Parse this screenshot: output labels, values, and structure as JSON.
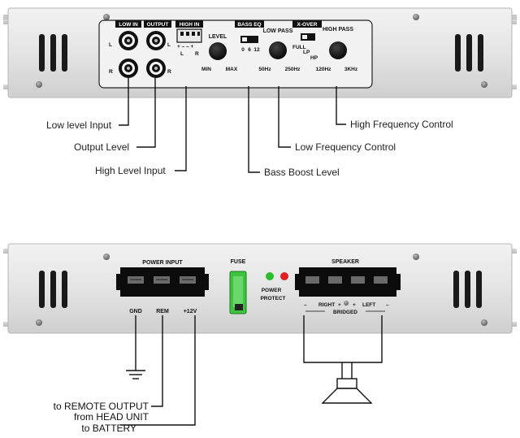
{
  "top_panel": {
    "low_in": "LOW IN",
    "output": "OUTPUT",
    "high_in": "HIGH IN",
    "high_in_l": "L",
    "high_in_r": "R",
    "ch_l": "L",
    "ch_r": "R",
    "bass_eq": "BASS EQ",
    "bass_eq_ticks": [
      "0",
      "6",
      "12"
    ],
    "level": "LEVEL",
    "level_min": "MIN",
    "level_max": "MAX",
    "x_over": "X-OVER",
    "full": "FULL",
    "lp": "LP",
    "hp": "HP",
    "low_pass": "LOW PASS",
    "low_pass_min": "50Hz",
    "low_pass_max": "250Hz",
    "high_pass": "HIGH PASS",
    "high_pass_min": "120Hz",
    "high_pass_max": "3KHz"
  },
  "top_callouts": {
    "low_level_input": "Low level Input",
    "output_level": "Output Level",
    "high_level_input": "High Level Input",
    "bass_boost_level": "Bass Boost Level",
    "low_frequency_control": "Low Frequency Control",
    "high_frequency_control": "High Frequency Control"
  },
  "bottom_panel": {
    "power_input": "POWER INPUT",
    "gnd": "GND",
    "rem": "REM",
    "v12": "+12V",
    "fuse": "FUSE",
    "power": "POWER",
    "protect": "PROTECT",
    "speaker": "SPEAKER",
    "right": "RIGHT",
    "left": "LEFT",
    "bridged": "BRIDGED"
  },
  "bottom_callouts": {
    "to_remote_1": "to REMOTE OUTPUT",
    "to_remote_2": "from HEAD UNIT",
    "to_battery": "to BATTERY"
  },
  "colors": {
    "chassis": "#e6e6e6",
    "panel_dark": "#111111",
    "power_led": "#2bbf2b",
    "protect_led": "#e02020",
    "fuse": "#3fc23f"
  }
}
